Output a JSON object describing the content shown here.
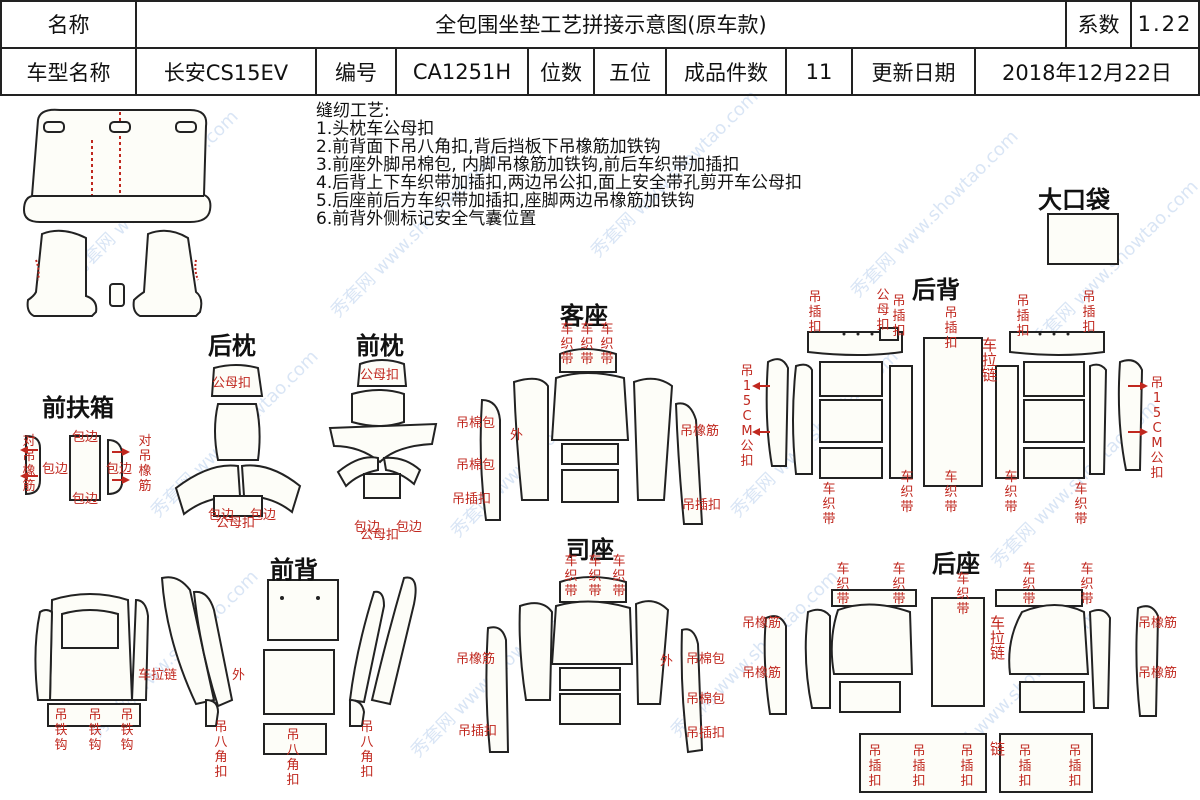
{
  "header": {
    "name_label": "名称",
    "title": "全包围坐垫工艺拼接示意图(原车款)",
    "coef_label": "系数",
    "coef_value": "1.22",
    "model_label": "车型名称",
    "model_value": "长安CS15EV",
    "code_label": "编号",
    "code_value": "CA1251H",
    "seats_label": "位数",
    "seats_value": "五位",
    "pieces_label": "成品件数",
    "pieces_value": "11",
    "date_label": "更新日期",
    "date_value": "2018年12月22日"
  },
  "notes": {
    "heading": "缝纫工艺:",
    "items": [
      "1.头枕车公母扣",
      "2.前背面下吊八角扣,背后挡板下吊橡筋加铁钩",
      "3.前座外脚吊棉包, 内脚吊橡筋加铁钩,前后车织带加插扣",
      "4.后背上下车织带加插扣,两边吊公扣,面上安全带孔剪开车公母扣",
      "5.后座前后方车织带加插扣,座脚两边吊橡筋加铁钩",
      "6.前背外侧标记安全气囊位置"
    ]
  },
  "sections": {
    "big_pocket": "大口袋",
    "rear_back": "后背",
    "passenger": "客座",
    "rear_headrest": "后枕",
    "front_headrest": "前枕",
    "front_armrest": "前扶箱",
    "front_back": "前背",
    "driver": "司座",
    "rear_seat": "后座"
  },
  "labels": {
    "male_female_buckle": "公母扣",
    "edge_wrap": "包边",
    "pair_elastic": "对吊橡筋",
    "hang_cotton": "吊棉包",
    "outer": "外",
    "hang_elastic": "吊橡筋",
    "hang_buckle": "吊插扣",
    "car_webbing": "车织带",
    "hang_15cm": "吊15CM公扣",
    "car_pull": "车拉链",
    "hang_iron_hook": "吊铁钩",
    "hang_octagon": "吊八角扣",
    "zipper": "链"
  },
  "watermark": "秀套网 www.showtao.com",
  "colors": {
    "accent_red": "#c0281f",
    "outline": "#222222",
    "piece_fill": "#fdfdf8"
  }
}
